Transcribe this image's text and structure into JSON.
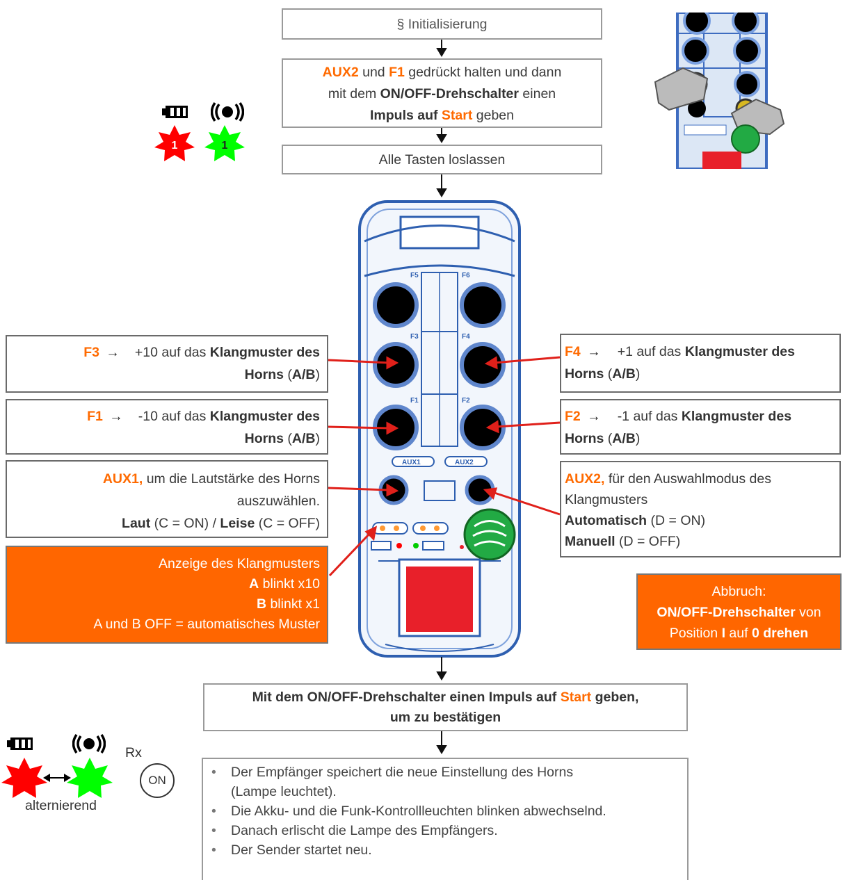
{
  "steps": {
    "init": "§ Initialisierung",
    "hold": {
      "aux2": "AUX2",
      "und": " und ",
      "f1": "F1",
      "t1": " gedrückt halten und dann",
      "t2": "mit dem ",
      "onoff": "ON/OFF-Drehschalter",
      "t3": " einen",
      "impuls": "Impuls auf ",
      "start": "Start",
      "t4": " geben"
    },
    "release": "Alle Tasten loslassen",
    "confirm": {
      "a": "Mit dem ON/OFF-Drehschalter einen Impuls auf ",
      "start": "Start",
      "b": " geben,",
      "c": "um zu bestätigen"
    }
  },
  "indicators_top": {
    "battery": "battery-icon",
    "radio": "radio-icon",
    "red_num": "1",
    "green_num": "1"
  },
  "indicators_bottom": {
    "label": "alternierend",
    "rx": "Rx",
    "on": "ON"
  },
  "keys": {
    "f3": {
      "key": "F3",
      "arrow": "→",
      "t1": "+10 auf das ",
      "b1": "Klangmuster des",
      "b2": "Horns",
      "t2": " (",
      "ab": "A/B",
      "t3": ")"
    },
    "f1": {
      "key": "F1",
      "arrow": "→",
      "t1": "-10 auf das ",
      "b1": "Klangmuster des",
      "b2": "Horns",
      "t2": " (",
      "ab": "A/B",
      "t3": ")"
    },
    "f4": {
      "key": "F4",
      "arrow": "→",
      "t1": "+1 auf das ",
      "b1": "Klangmuster des",
      "b2": "Horns",
      "t2": " (",
      "ab": "A/B",
      "t3": ")"
    },
    "f2": {
      "key": "F2",
      "arrow": "→",
      "t1": "-1 auf das ",
      "b1": "Klangmuster des",
      "b2": "Horns",
      "t2": " (",
      "ab": "A/B",
      "t3": ")"
    },
    "aux1": {
      "key": "AUX1,",
      "t1": " um die Lautstärke des Horns",
      "t2": "auszuwählen.",
      "laut": "Laut",
      "t3": " (C = ON) / ",
      "leise": "Leise",
      "t4": " (C = OFF)"
    },
    "aux2": {
      "key": "AUX2,",
      "t1": " für den Auswahlmodus des",
      "t2": "Klangmusters",
      "auto": "Automatisch",
      "t3": " (D = ON)",
      "man": "Manuell",
      "t4": " (D = OFF)"
    }
  },
  "display": {
    "l1": "Anzeige des Klangmusters",
    "a": "A",
    "l2": " blinkt x10",
    "b": "B",
    "l3": " blinkt x1",
    "l4": "A und B OFF = automatisches Muster"
  },
  "abort": {
    "l1": "Abbruch:",
    "onoff": "ON/OFF-Drehschalter",
    "l2": " von",
    "l3": "Position ",
    "i": "I",
    "l4": " auf ",
    "zero": "0 drehen"
  },
  "remote_labels": {
    "f5": "F5",
    "f6": "F6",
    "f3": "F3",
    "f4": "F4",
    "f1": "F1",
    "f2": "F2",
    "aux1": "AUX1",
    "aux2": "AUX2"
  },
  "result_list": [
    "Der Empfänger speichert die neue Einstellung des Horns",
    "(Lampe leuchtet).",
    "Die Akku- und die Funk-Kontrollleuchten blinken abwechselnd.",
    "Danach erlischt die Lampe des Empfängers.",
    "Der Sender startet neu."
  ],
  "colors": {
    "accent": "#ff6600",
    "led_red": "#ff0000",
    "led_green": "#00ff00",
    "remote_blue": "#2e5fb0",
    "arrow_red": "#e0201a"
  }
}
